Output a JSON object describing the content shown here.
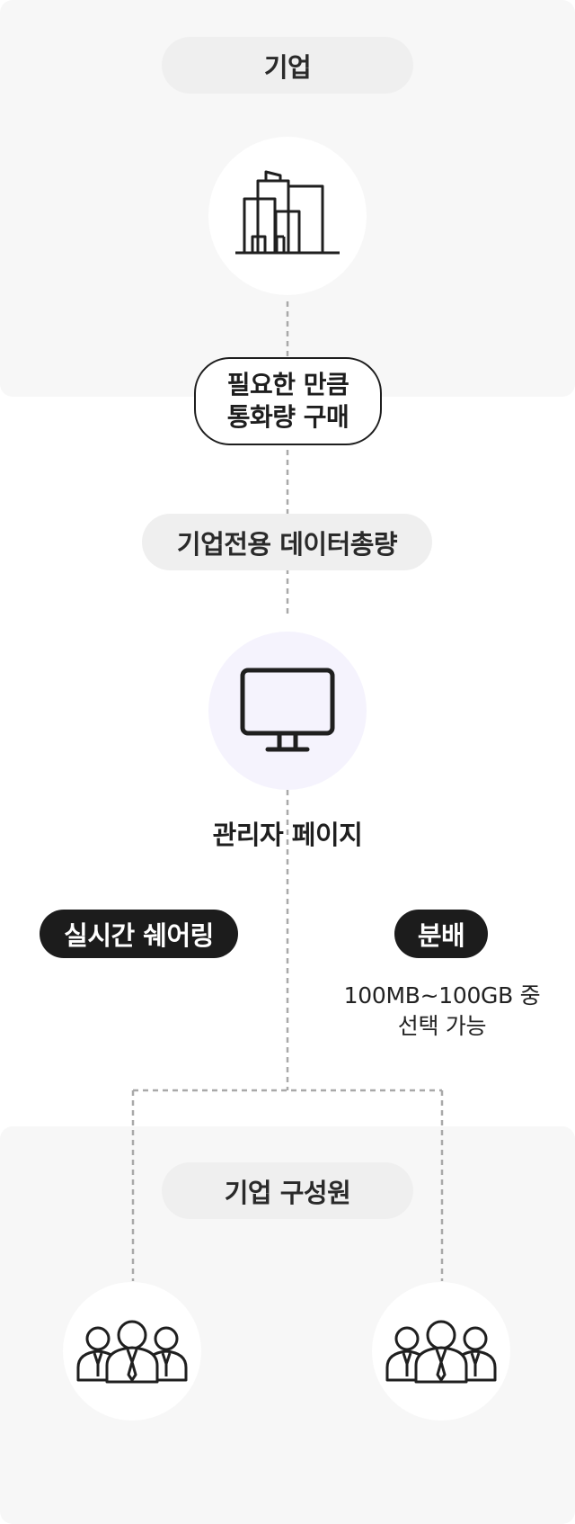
{
  "company": {
    "label": "기업",
    "icon": "building-icon"
  },
  "purchase": {
    "line1": "필요한 만큼",
    "line2": "통화량 구매"
  },
  "data_pool": {
    "label": "기업전용 데이터총량"
  },
  "admin": {
    "label": "관리자 페이지",
    "icon": "monitor-icon"
  },
  "sharing": {
    "label": "실시간 쉐어링"
  },
  "distribution": {
    "label": "분배",
    "desc_line1": "100MB~100GB 중",
    "desc_line2": "선택 가능"
  },
  "members": {
    "label": "기업 구성원",
    "icon": "people-group-icon"
  },
  "colors": {
    "panel_bg": "#f7f7f7",
    "pill_gray": "#efefef",
    "pill_dark": "#1c1c1c",
    "monitor_circle": "#f5f3fd",
    "dashed_line": "#a9a9a9"
  }
}
